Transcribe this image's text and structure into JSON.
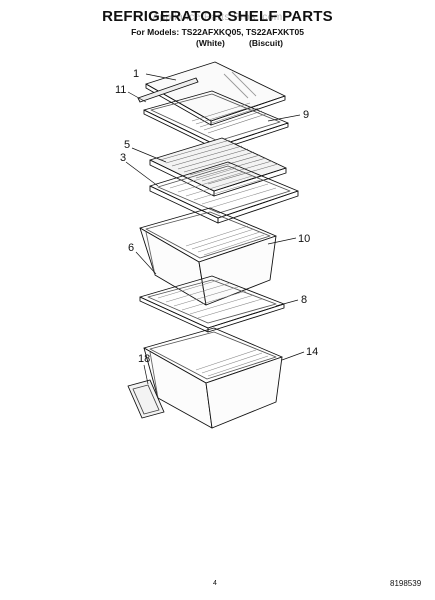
{
  "header": {
    "title": "REFRIGERATOR SHELF PARTS",
    "models_line": "For Models: TS22AFXKQ05, TS22AFXKT05",
    "color_white": "(White)",
    "color_biscuit": "(Biscuit)",
    "watermark": "Appliance Parts Pros .com"
  },
  "callouts": [
    {
      "id": "1",
      "label": "1"
    },
    {
      "id": "11",
      "label": "11"
    },
    {
      "id": "9",
      "label": "9"
    },
    {
      "id": "5",
      "label": "5"
    },
    {
      "id": "3",
      "label": "3"
    },
    {
      "id": "10",
      "label": "10"
    },
    {
      "id": "6",
      "label": "6"
    },
    {
      "id": "8",
      "label": "8"
    },
    {
      "id": "18",
      "label": "18"
    },
    {
      "id": "14",
      "label": "14"
    }
  ],
  "footer": {
    "page_number": "4",
    "doc_number": "8198539"
  }
}
